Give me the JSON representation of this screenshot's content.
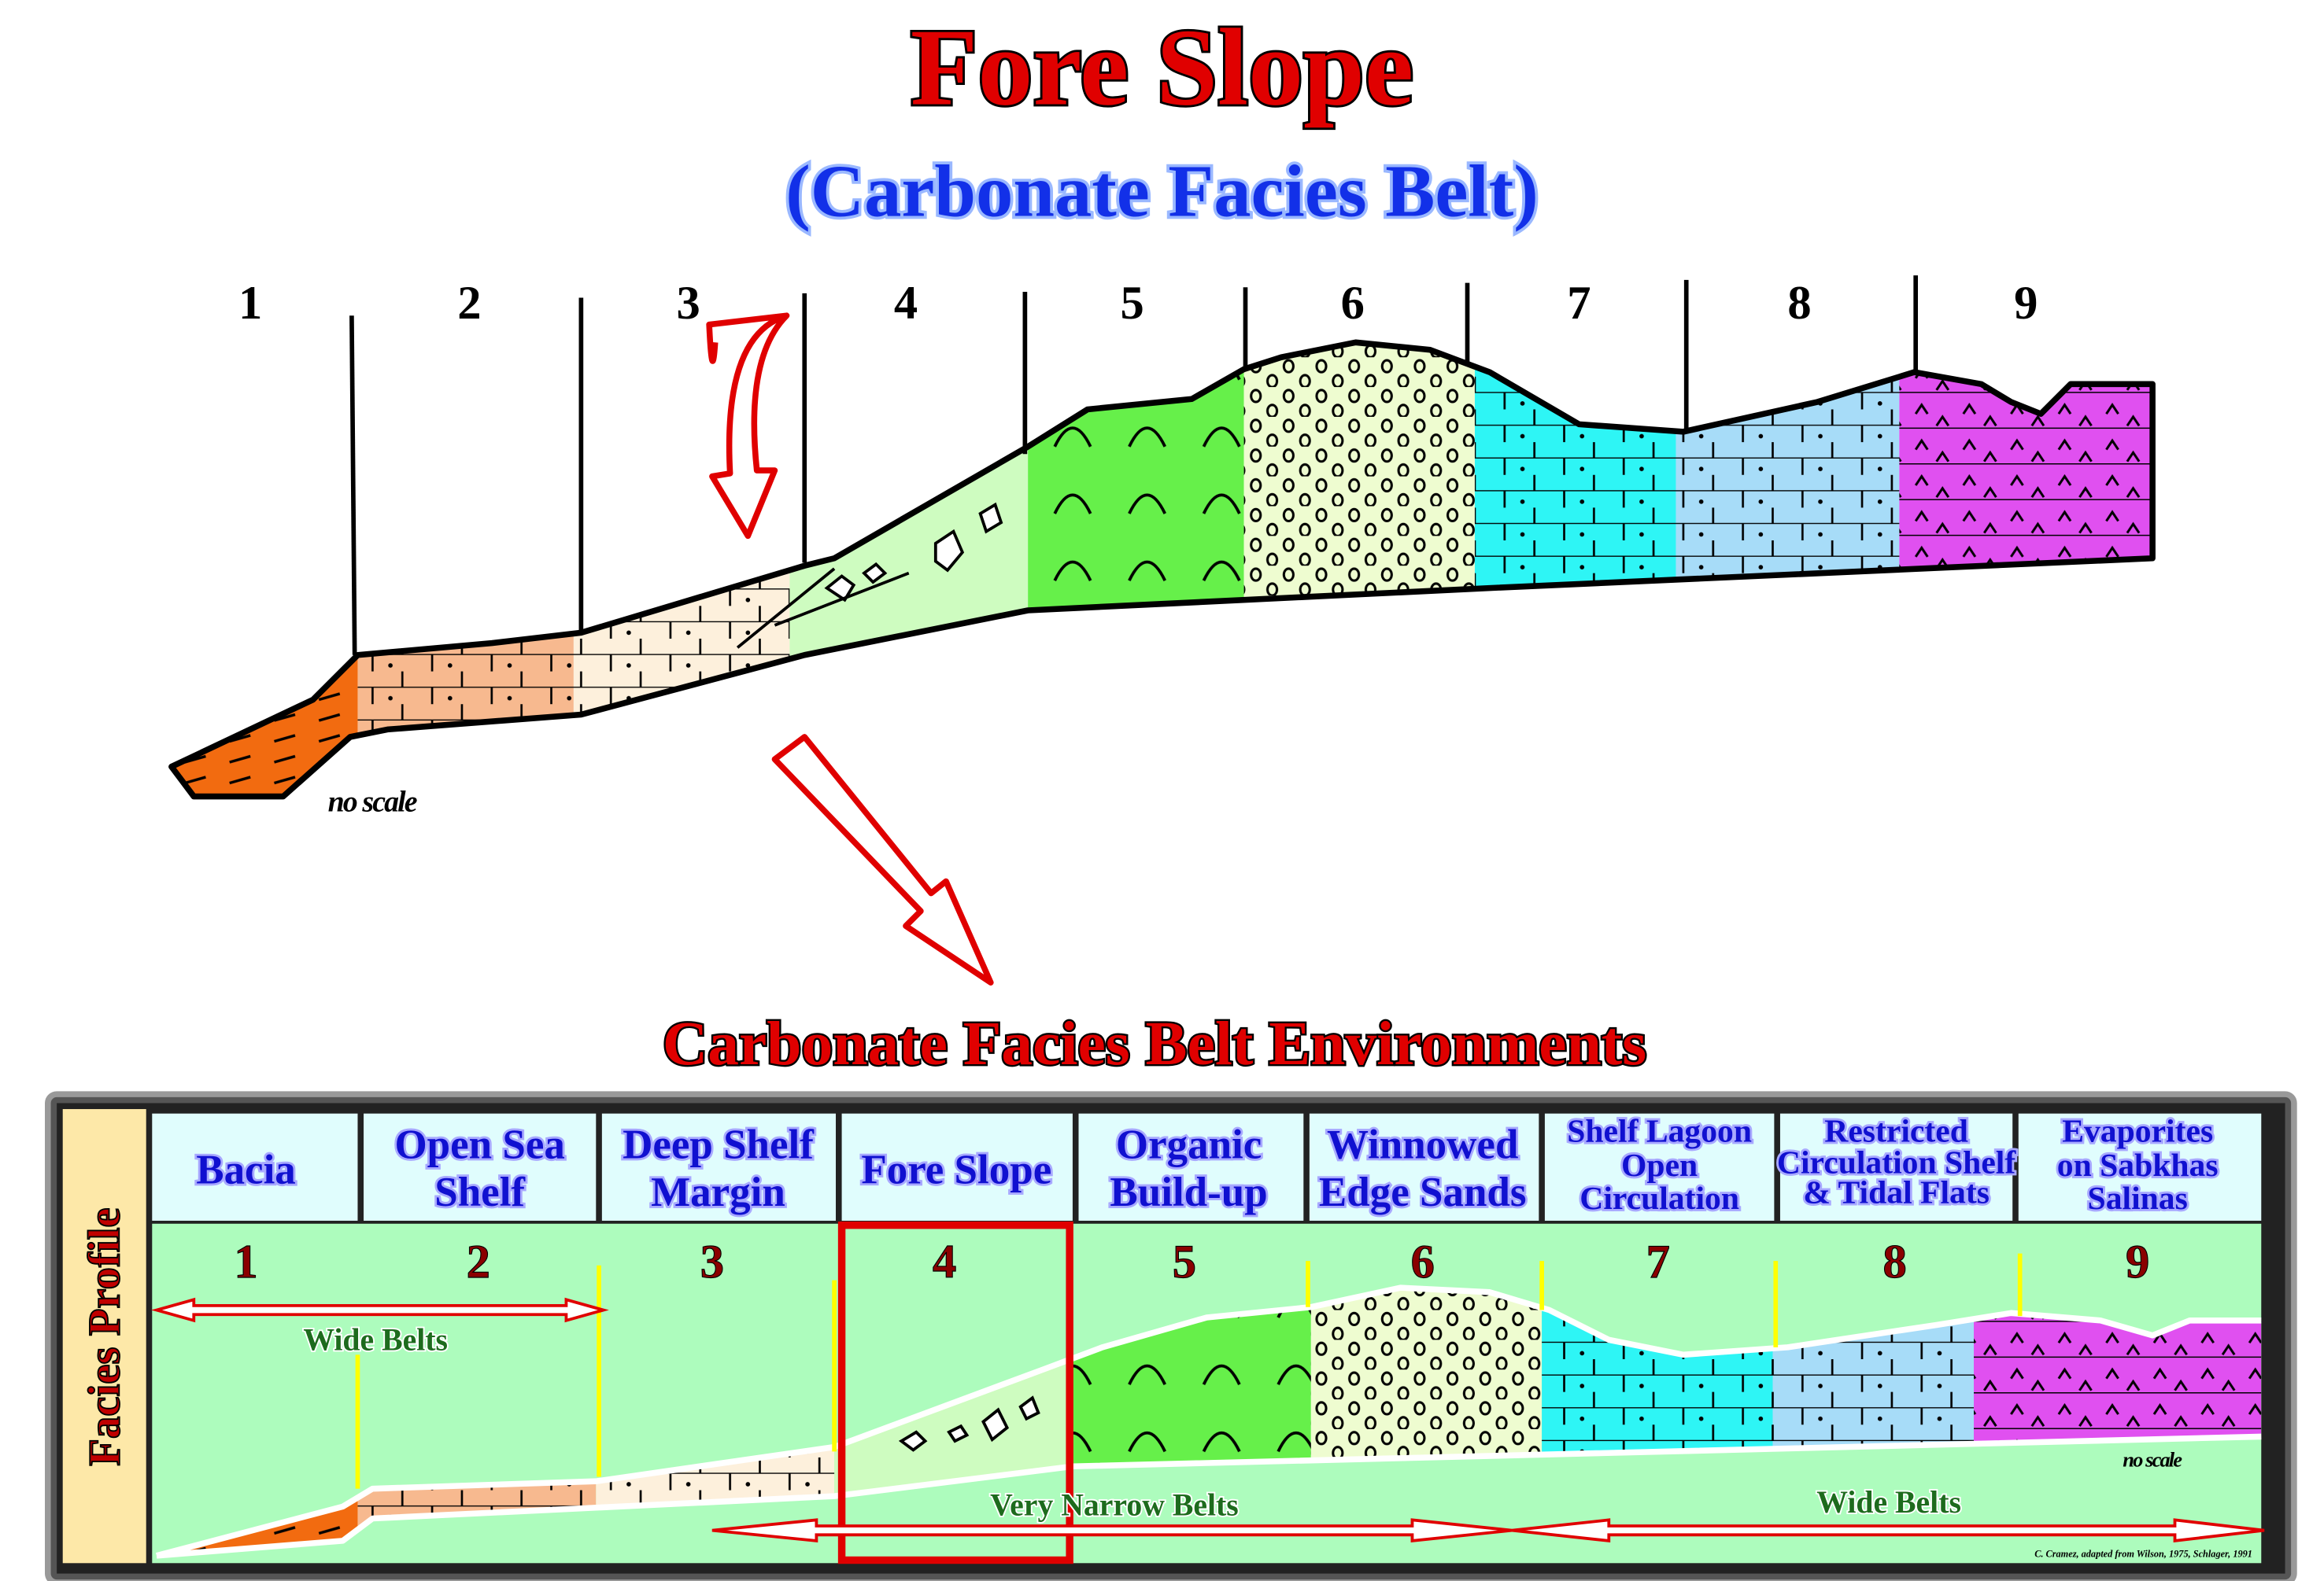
{
  "title": "Fore Slope",
  "subtitle": "(Carbonate Facies Belt)",
  "top_diagram": {
    "zone_numbers": [
      "1",
      "2",
      "3",
      "4",
      "5",
      "6",
      "7",
      "8",
      "9"
    ],
    "scale_note": "no scale"
  },
  "section_title": "Carbonate Facies Belt Environments",
  "panel": {
    "side_label": "Facies Profile",
    "headers": [
      {
        "lines": [
          "Bacia"
        ]
      },
      {
        "lines": [
          "Open Sea",
          "Shelf"
        ]
      },
      {
        "lines": [
          "Deep Shelf",
          "Margin"
        ]
      },
      {
        "lines": [
          "Fore Slope"
        ]
      },
      {
        "lines": [
          "Organic",
          "Build-up"
        ]
      },
      {
        "lines": [
          "Winnowed",
          "Edge Sands"
        ]
      },
      {
        "lines": [
          "Shelf Lagoon",
          "Open",
          "Circulation"
        ]
      },
      {
        "lines": [
          "Restricted",
          "Circulation Shelf",
          "& Tidal Flats"
        ]
      },
      {
        "lines": [
          "Evaporites",
          "on Sabkhas",
          "Salinas"
        ]
      }
    ],
    "zone_numbers": [
      "1",
      "2",
      "3",
      "4",
      "5",
      "6",
      "7",
      "8",
      "9"
    ],
    "highlighted_zone": "4",
    "wide_belts_left": "Wide Belts",
    "very_narrow_belts": "Very Narrow Belts",
    "wide_belts_right": "Wide  Belts",
    "scale_note": "no scale",
    "credit": "C. Cramez, adapted from Wilson, 1975,  Schlager, 1991"
  },
  "colors": {
    "zone1": "#f26b10",
    "zone2": "#f7b98f",
    "zone3": "#fdf0dc",
    "zone4": "#cefcc0",
    "zone5": "#66f04a",
    "zone6": "#eefcd0",
    "zone7": "#2ef5f5",
    "zone8": "#a7dcf8",
    "zone9": "#e050f0",
    "panel_bg": "#adfcbd",
    "header_bg": "#e0fdfd",
    "accent_red": "#e00000"
  }
}
